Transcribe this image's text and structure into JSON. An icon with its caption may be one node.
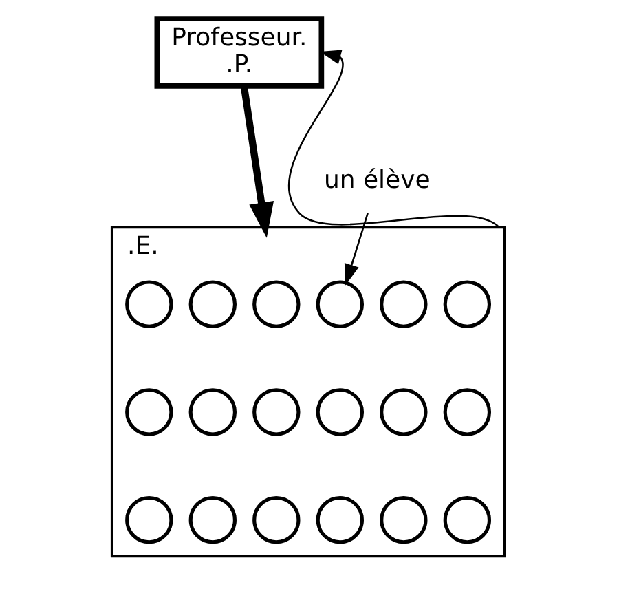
{
  "diagram": {
    "nodes": [
      {
        "text": [
          "Professeur.",
          ".P."
        ]
      },
      {
        "text": [
          ".E."
        ]
      },
      {
        "text": [],
        "shape": "circle",
        "in": 1
      },
      {
        "text": [],
        "shape": "circle",
        "in": 1
      },
      {
        "text": [],
        "shape": "circle",
        "in": 1
      },
      {
        "text": [],
        "shape": "circle",
        "in": 1
      },
      {
        "text": [],
        "shape": "circle",
        "in": 1
      },
      {
        "text": [],
        "shape": "circle",
        "in": 1
      },
      {
        "text": [],
        "shape": "circle",
        "in": 1
      },
      {
        "text": [],
        "shape": "circle",
        "in": 1
      },
      {
        "text": [],
        "shape": "circle",
        "in": 1
      },
      {
        "text": [],
        "shape": "circle",
        "in": 1
      },
      {
        "text": [],
        "shape": "circle",
        "in": 1
      },
      {
        "text": [],
        "shape": "circle",
        "in": 1
      },
      {
        "text": [],
        "shape": "circle",
        "in": 1
      },
      {
        "text": [],
        "shape": "circle",
        "in": 1
      },
      {
        "text": [],
        "shape": "circle",
        "in": 1
      },
      {
        "text": [],
        "shape": "circle",
        "in": 1
      },
      {
        "text": [],
        "shape": "circle",
        "in": 1
      },
      {
        "text": [],
        "shape": "circle",
        "in": 1
      },
      {
        "text": [
          "un élève"
        ]
      }
    ],
    "edges": [
      {
        "from": 0,
        "to": 1,
        "arrow": "to",
        "style": "thick"
      },
      {
        "from": 20,
        "to": 5,
        "arrow": "to"
      },
      {
        "from": 1,
        "to": 0,
        "arrow": "to"
      }
    ]
  }
}
